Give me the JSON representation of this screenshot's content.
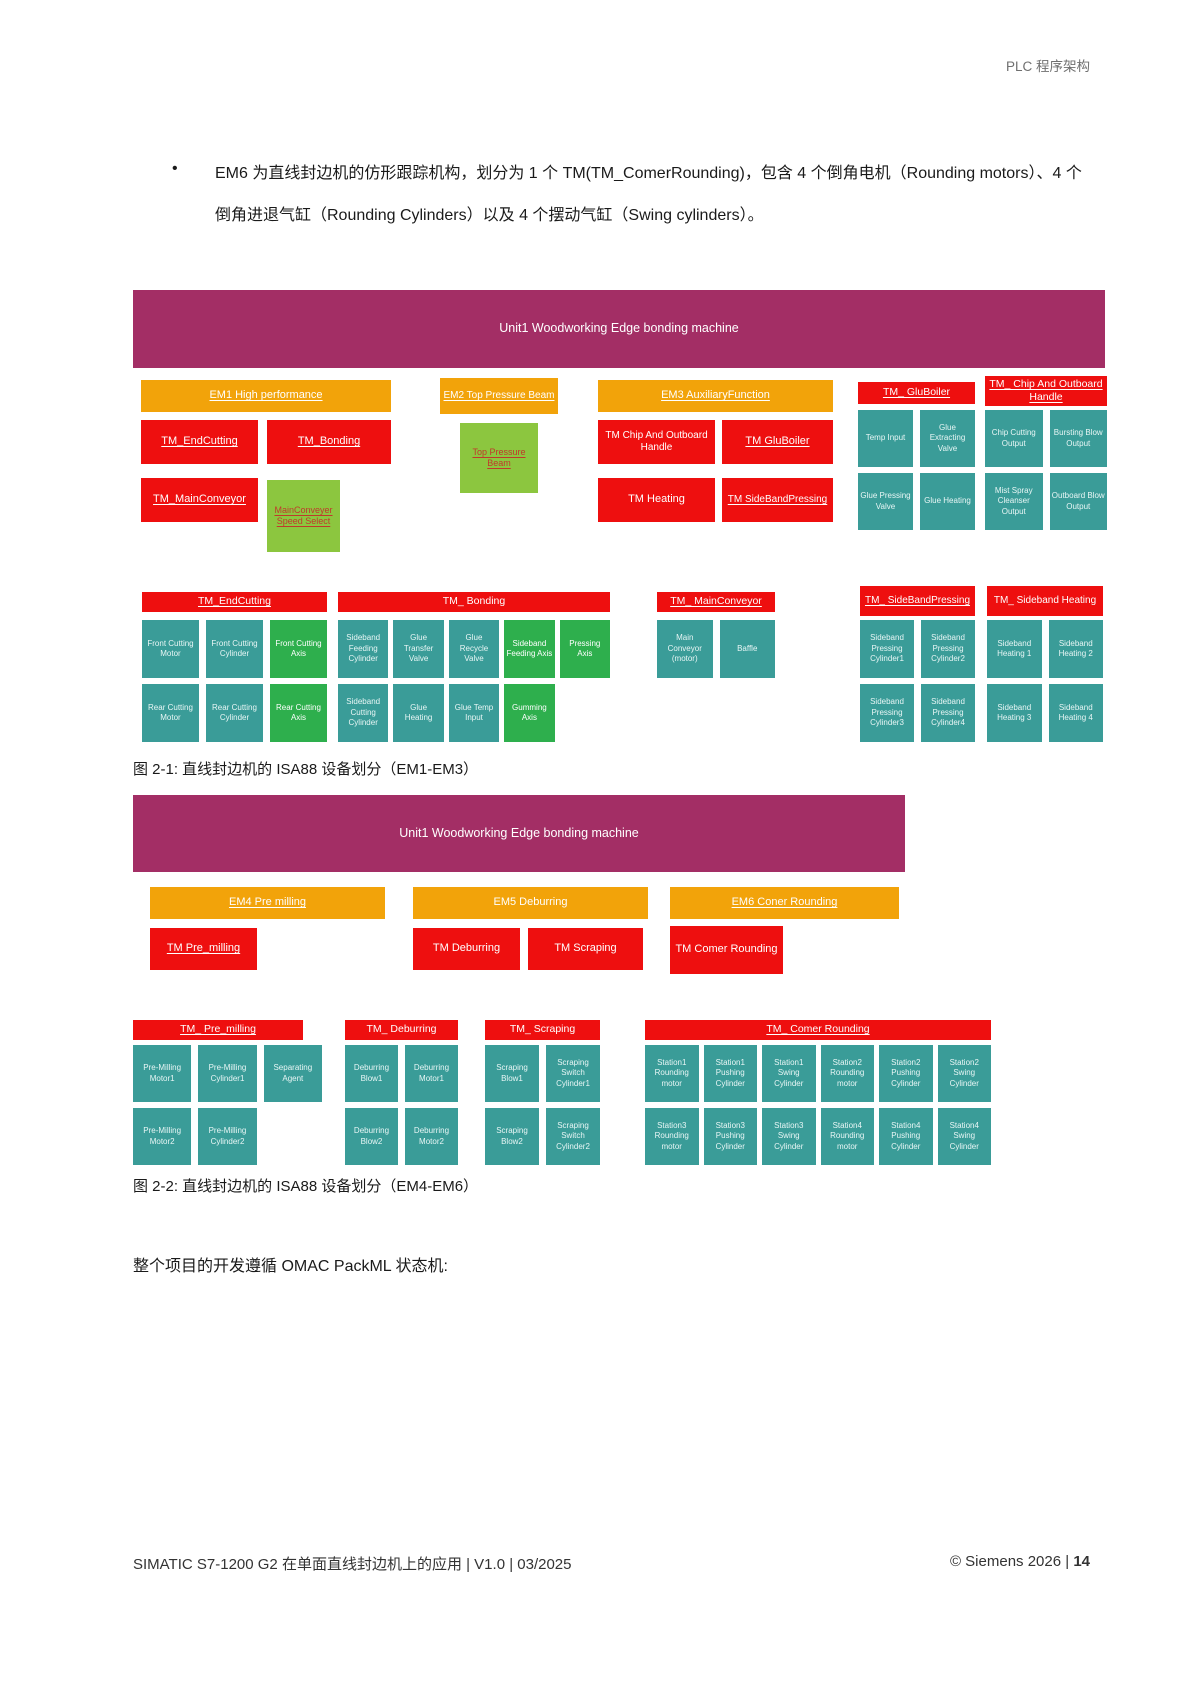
{
  "pg": {
    "header_right": "PLC 程序架构",
    "bullet_marker": "•",
    "bullet": "EM6 为直线封边机的仿形跟踪机构，划分为 1 个 TM(TM_ComerRounding)，包含 4 个倒角电机（Rounding motors）、4 个倒角进退气缸（Rounding Cylinders）以及 4 个摆动气缸（Swing cylinders）。",
    "caption1": "图 2-1: 直线封边机的 ISA88 设备划分（EM1-EM3）",
    "caption2": "图 2-2: 直线封边机的 ISA88 设备划分（EM4-EM6）",
    "body_text": "整个项目的开发遵循 OMAC PackML 状态机:",
    "footer_left": "SIMATIC S7-1200 G2 在单面直线封边机上的应用 | V1.0 | 03/2025",
    "footer_right_prefix": "© Siemens 2026 | ",
    "footer_page": "14"
  },
  "colors": {
    "banner_magenta": "#A32E65",
    "em_orange": "#F2A30A",
    "tm_red": "#EE0F0F",
    "cm_teal": "#3A9C98",
    "axis_green": "#2EAF4D",
    "lime_green": "#8CC63F"
  },
  "f1": {
    "banner": "Unit1 Woodworking Edge bonding machine",
    "em1": "EM1 High performance",
    "em2": "EM2 Top Pressure Beam",
    "em3": "EM3 AuxiliaryFunction",
    "tm_endcutting": "TM_EndCutting",
    "tm_bonding": "TM_Bonding",
    "tm_mainconveyor": "TM_MainConveyor",
    "mainconv_speed": "MainConveyer Speed Select",
    "top_pressure_beam": "Top Pressure Beam",
    "tm_chip": "TM Chip And Outboard Handle",
    "tm_gluboiler": "TM GluBoiler",
    "tm_heating": "TM Heating",
    "tm_sbp": "TM SideBandPressing",
    "hdr_glu": "TM_ GluBoiler",
    "hdr_chip": "TM_ Chip And Outboard Handle",
    "glu": [
      "Temp Input",
      "Glue Extracting Valve",
      "Glue Pressing Valve",
      "Glue Heating"
    ],
    "chip": [
      "Chip Cutting Output",
      "Bursting Blow Output",
      "Mist Spray Cleanser Output",
      "Outboard Blow Output"
    ],
    "hdr_endcut": "TM_EndCutting",
    "hdr_bonding": "TM_ Bonding",
    "hdr_mainconv": "TM_ MainConveyor",
    "hdr_sbp": "TM_ SideBandPressing",
    "hdr_sbh": "TM_ Sideband Heating",
    "endcut": [
      "Front Cutting Motor",
      "Front Cutting Cylinder",
      "Front Cutting Axis",
      "Rear Cutting Motor",
      "Rear Cutting Cylinder",
      "Rear Cutting Axis"
    ],
    "bonding": [
      "Sideband Feeding Cylinder",
      "Glue Transfer Valve",
      "Glue Recycle Valve",
      "Sideband Feeding Axis",
      "Pressing Axis",
      "Sideband Cutting Cylinder",
      "Glue Heating",
      "Glue Temp Input",
      "Gumming Axis"
    ],
    "mainconv": [
      "Main Conveyor (motor)",
      "Baffle"
    ],
    "sbp": [
      "Sideband Pressing Cylinder1",
      "Sideband Pressing Cylinder2",
      "Sideband Pressing Cylinder3",
      "Sideband Pressing Cylinder4"
    ],
    "sbh": [
      "Sideband Heating 1",
      "Sideband Heating 2",
      "Sideband Heating 3",
      "Sideband Heating 4"
    ]
  },
  "f2": {
    "banner": "Unit1 Woodworking Edge bonding machine",
    "em4": "EM4 Pre milling",
    "em5": "EM5 Deburring",
    "em6": "EM6 Coner Rounding",
    "tm_premilling": "TM Pre_milling",
    "tm_deburring": "TM Deburring",
    "tm_scraping": "TM Scraping",
    "tm_corner": "TM Comer Rounding",
    "hdr_premilling": "TM_ Pre_milling",
    "hdr_deburring": "TM_ Deburring",
    "hdr_scraping": "TM_ Scraping",
    "hdr_corner": "TM_ Comer Rounding",
    "premill": [
      "Pre-Milling Motor1",
      "Pre-Milling Cylinder1",
      "Separating Agent",
      "Pre-Milling Motor2",
      "Pre-Milling Cylinder2"
    ],
    "deburr": [
      "Deburring Blow1",
      "Deburring Motor1",
      "Deburring Blow2",
      "Deburring Motor2"
    ],
    "scraping": [
      "Scraping Blow1",
      "Scraping Switch Cylinder1",
      "Scraping Blow2",
      "Scraping Switch Cylinder2"
    ],
    "corner": [
      "Station1 Rounding motor",
      "Station1 Pushing Cylinder",
      "Station1 Swing Cylinder",
      "Station2 Rounding motor",
      "Station2 Pushing Cylinder",
      "Station2 Swing Cylinder",
      "Station3 Rounding motor",
      "Station3 Pushing Cylinder",
      "Station3 Swing Cylinder",
      "Station4 Rounding motor",
      "Station4 Pushing Cylinder",
      "Station4 Swing Cylinder"
    ]
  }
}
